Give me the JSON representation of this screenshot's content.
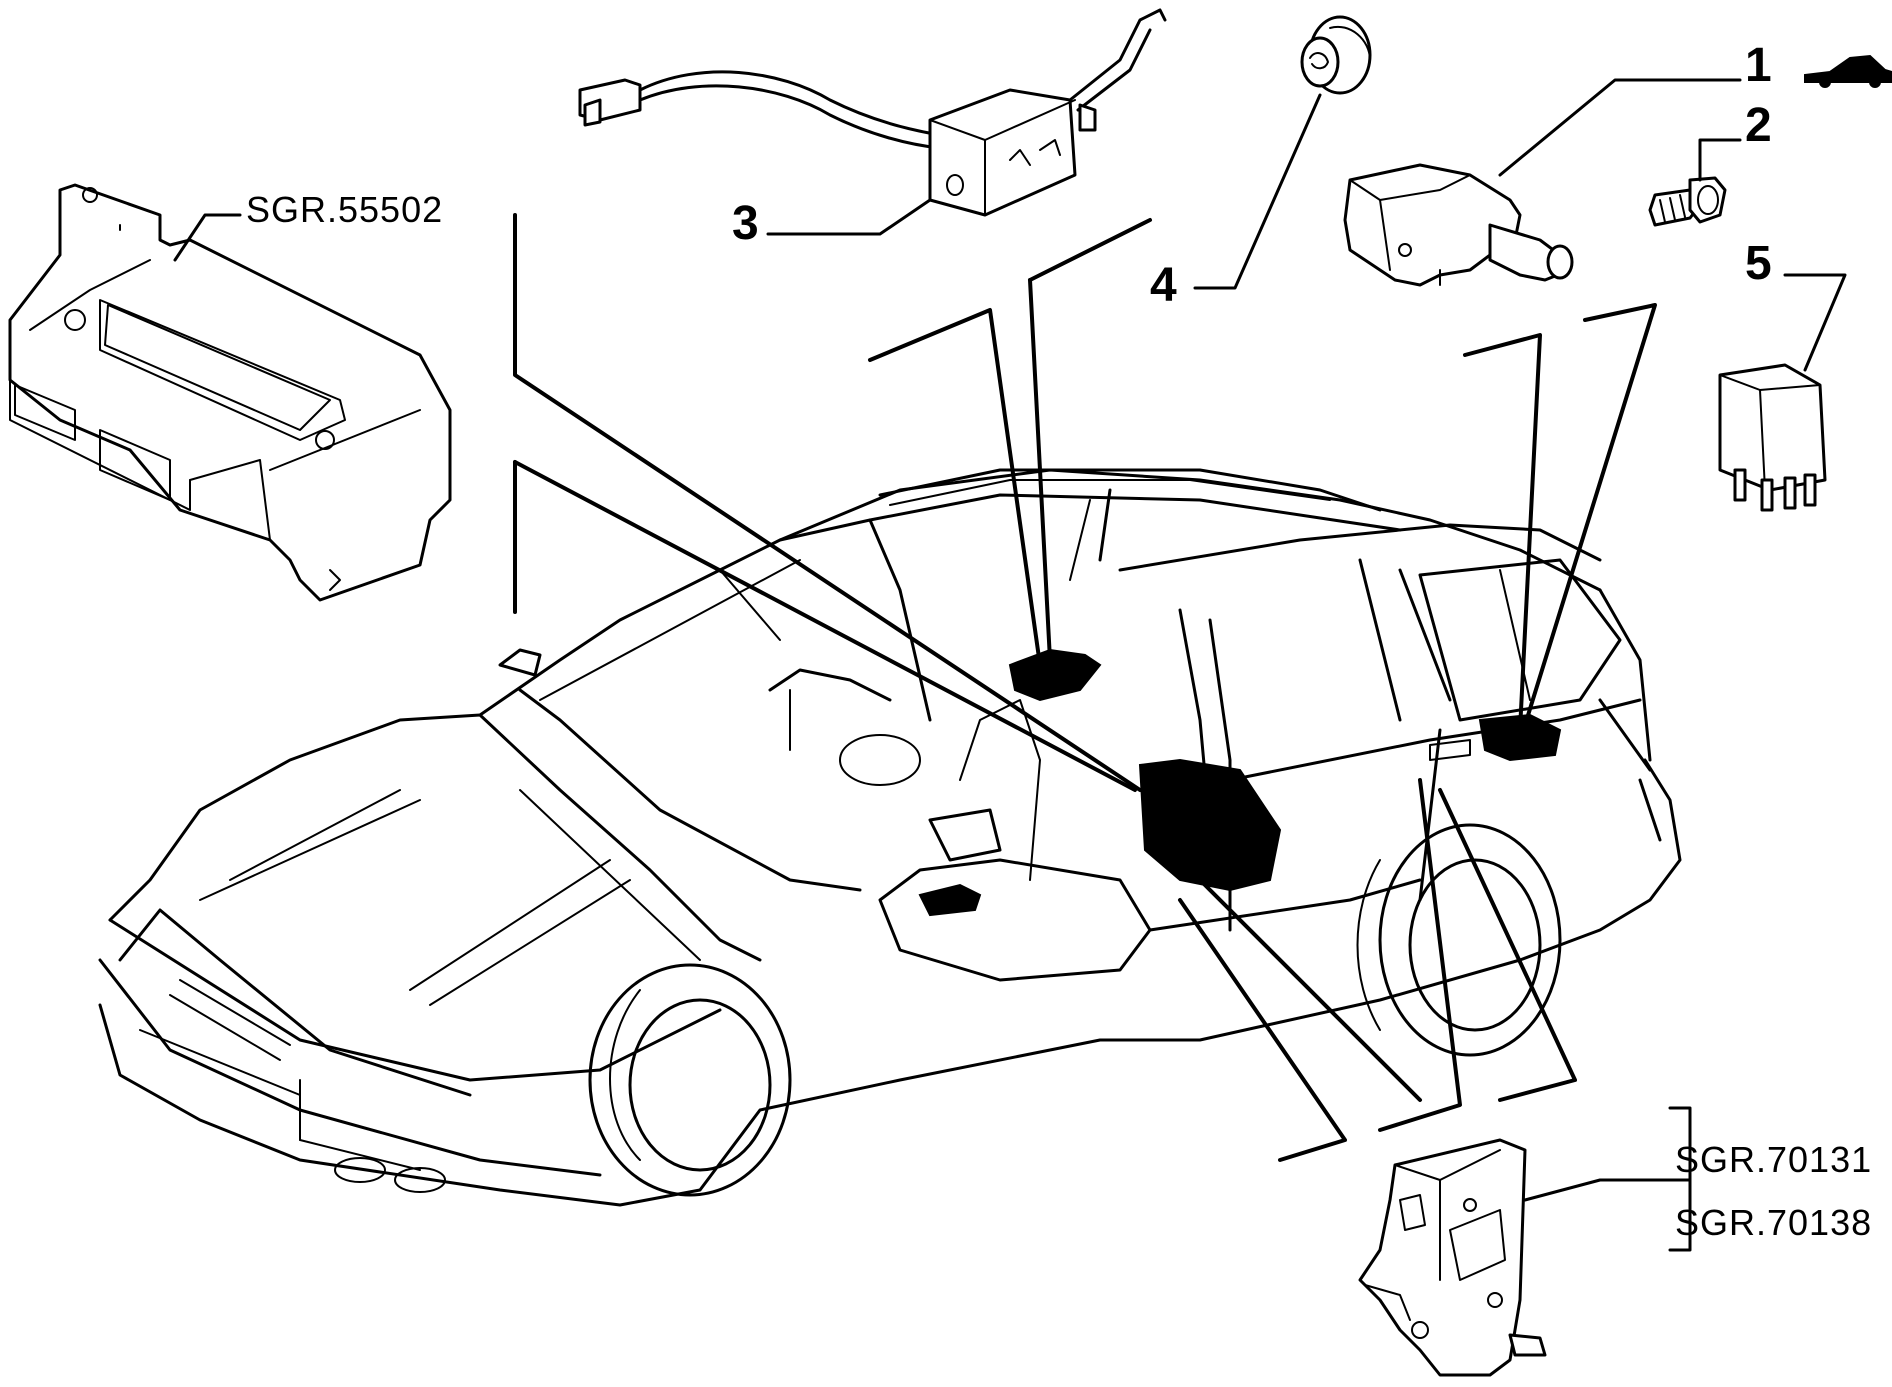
{
  "callouts": {
    "c1": "1",
    "c2": "2",
    "c3": "3",
    "c4": "4",
    "c5": "5"
  },
  "references": {
    "ecu": "SGR.55502",
    "lock_a": "SGR.70131",
    "lock_b": "SGR.70138"
  },
  "icons": [
    "sedan-silhouette-icon"
  ]
}
